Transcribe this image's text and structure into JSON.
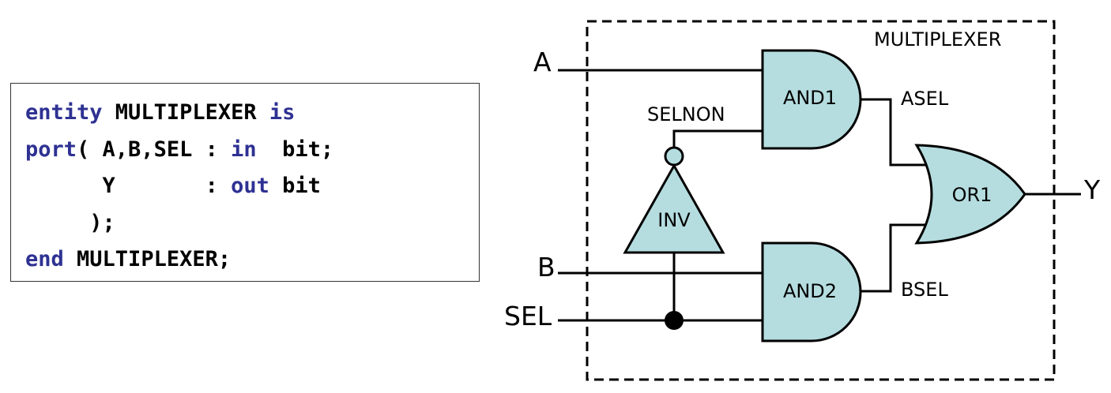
{
  "code": {
    "lines": [
      [
        {
          "t": "entity",
          "kw": true
        },
        {
          "t": " MULTIPLEXER ",
          "kw": false
        },
        {
          "t": "is",
          "kw": true
        }
      ],
      [
        {
          "t": "port",
          "kw": true
        },
        {
          "t": "( A,B,SEL : ",
          "kw": false
        },
        {
          "t": "in",
          "kw": true
        },
        {
          "t": "  bit;",
          "kw": false
        }
      ],
      [
        {
          "t": "      Y       : ",
          "kw": false
        },
        {
          "t": "out",
          "kw": true
        },
        {
          "t": " bit",
          "kw": false
        }
      ],
      [
        {
          "t": "     );",
          "kw": false
        }
      ],
      [
        {
          "t": "end",
          "kw": true
        },
        {
          "t": " MULTIPLEXER;",
          "kw": false
        }
      ]
    ]
  },
  "diagram": {
    "entity_label": "MULTIPLEXER",
    "ports": {
      "a": "A",
      "b": "B",
      "sel": "SEL",
      "y": "Y"
    },
    "signals": {
      "selnon": "SELNON",
      "asel": "ASEL",
      "bsel": "BSEL"
    },
    "gates": {
      "and1": "AND1",
      "and2": "AND2",
      "or1": "OR1",
      "inv": "INV"
    }
  },
  "colors": {
    "gate_fill": "#b5dde0",
    "keyword": "#2e3192",
    "stroke": "#000000"
  }
}
